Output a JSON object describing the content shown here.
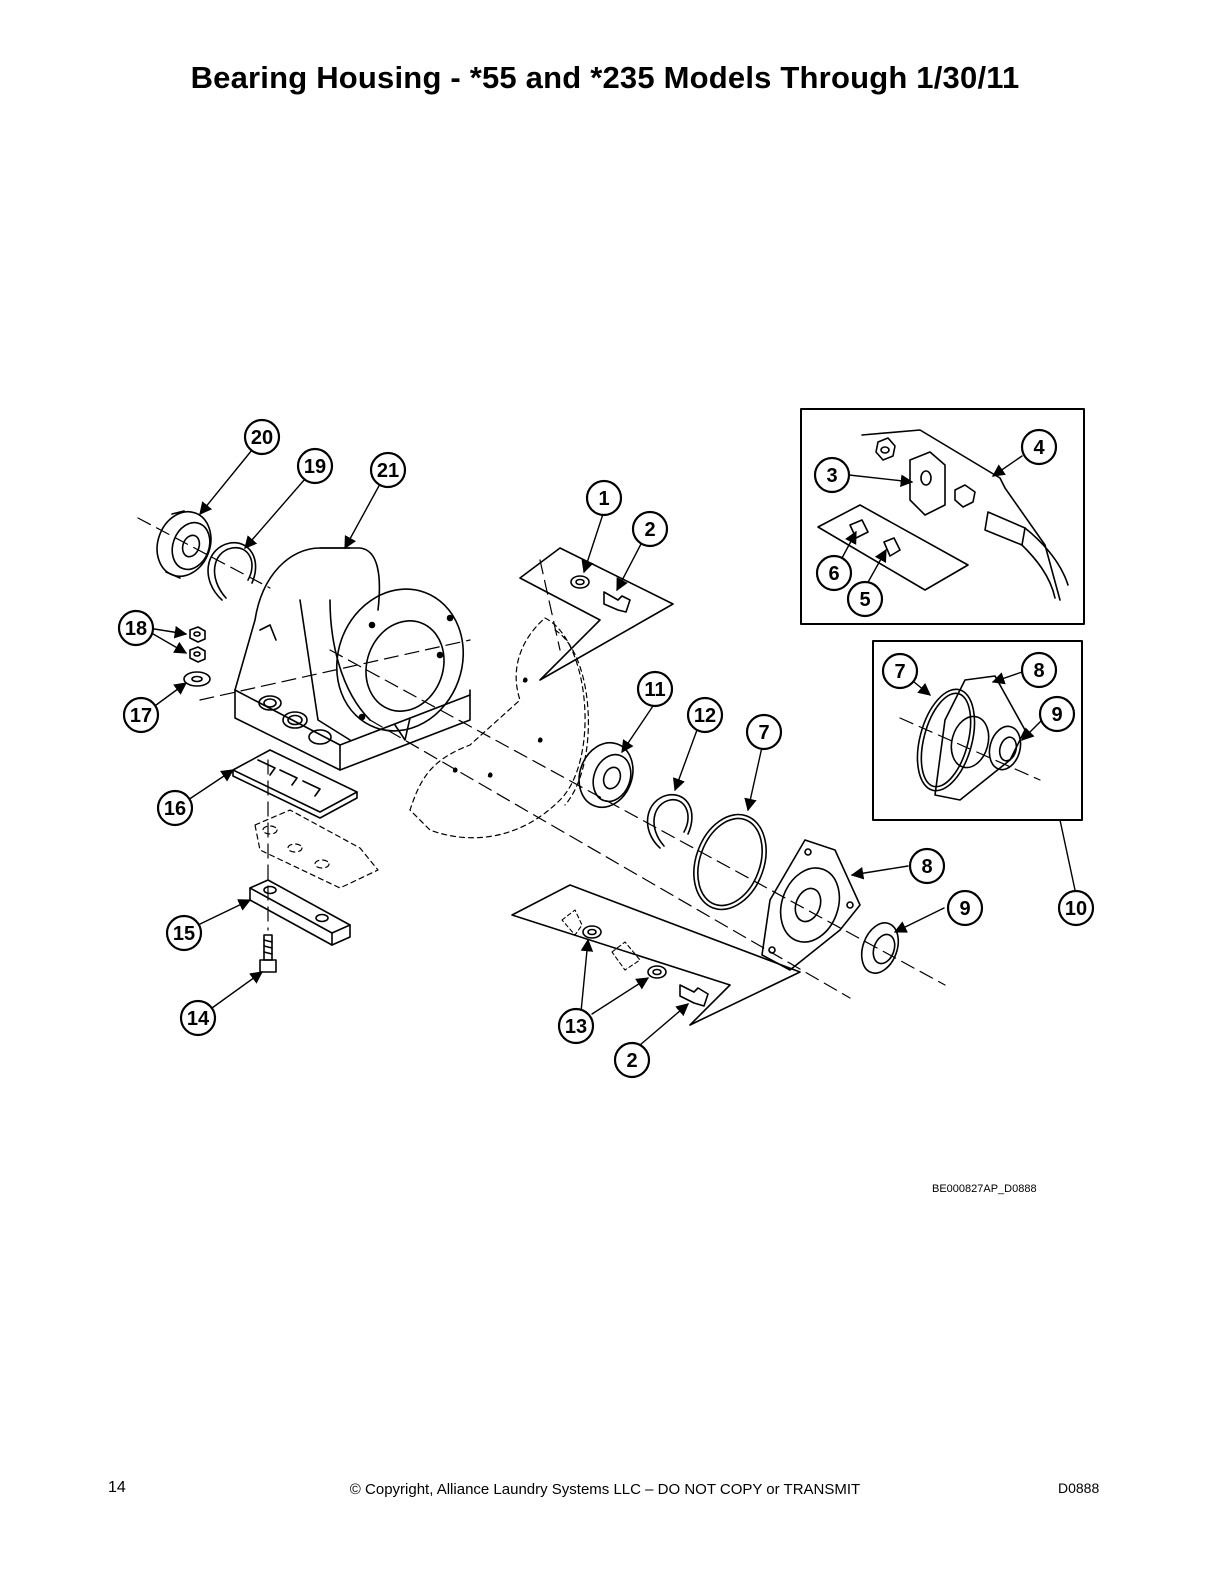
{
  "page": {
    "title": "Bearing Housing - *55 and *235 Models Through 1/30/11",
    "figure_id": "BE000827AP_D0888",
    "page_number": "14",
    "copyright": "© Copyright, Alliance Laundry Systems LLC – DO NOT COPY or TRANSMIT",
    "doc_code": "D0888"
  },
  "callouts": [
    {
      "id": "c20",
      "label": "20"
    },
    {
      "id": "c19",
      "label": "19"
    },
    {
      "id": "c21",
      "label": "21"
    },
    {
      "id": "c18",
      "label": "18"
    },
    {
      "id": "c17",
      "label": "17"
    },
    {
      "id": "c16",
      "label": "16"
    },
    {
      "id": "c15",
      "label": "15"
    },
    {
      "id": "c14",
      "label": "14"
    },
    {
      "id": "c1",
      "label": "1"
    },
    {
      "id": "c2a",
      "label": "2"
    },
    {
      "id": "c11",
      "label": "11"
    },
    {
      "id": "c12",
      "label": "12"
    },
    {
      "id": "c7a",
      "label": "7"
    },
    {
      "id": "c8a",
      "label": "8"
    },
    {
      "id": "c9a",
      "label": "9"
    },
    {
      "id": "c13",
      "label": "13"
    },
    {
      "id": "c2b",
      "label": "2"
    },
    {
      "id": "c4",
      "label": "4"
    },
    {
      "id": "c3",
      "label": "3"
    },
    {
      "id": "c6",
      "label": "6"
    },
    {
      "id": "c5",
      "label": "5"
    },
    {
      "id": "c7b",
      "label": "7"
    },
    {
      "id": "c8b",
      "label": "8"
    },
    {
      "id": "c9b",
      "label": "9"
    },
    {
      "id": "c10",
      "label": "10"
    }
  ]
}
